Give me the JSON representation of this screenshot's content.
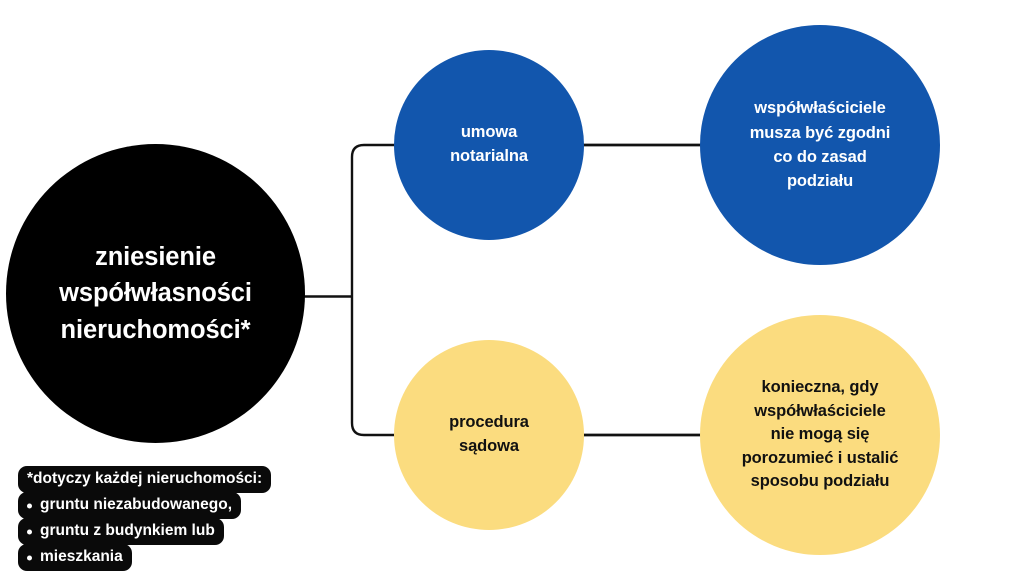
{
  "diagram": {
    "type": "mind-map",
    "background_color": "#ffffff",
    "palette": {
      "root": "#000000",
      "blue": "#1256ad",
      "yellow": "#fbdc7f",
      "connector": "#111111",
      "text_on_dark": "#ffffff",
      "text_on_light": "#111111"
    },
    "nodes": {
      "root": {
        "label": "zniesienie\nwspółwłasności\nnieruchomości*",
        "color": "#000000",
        "text_color": "#ffffff"
      },
      "branch_blue": {
        "label": "umowa\nnotarialna",
        "color": "#1256ad",
        "text_color": "#ffffff"
      },
      "detail_blue": {
        "label": "współwłaściciele\nmusza być zgodni\nco do zasad\npodziału",
        "color": "#1256ad",
        "text_color": "#ffffff"
      },
      "branch_yellow": {
        "label": "procedura\nsądowa",
        "color": "#fbdc7f",
        "text_color": "#111111"
      },
      "detail_yellow": {
        "label": "konieczna, gdy\nwspółwłaściciele\nnie mogą się\nporozumieć i ustalić\nsposobu podziału",
        "color": "#fbdc7f",
        "text_color": "#111111"
      }
    },
    "footnote": {
      "heading": "*dotyczy każdej nieruchomości:",
      "items": [
        "gruntu niezabudowanego,",
        "gruntu z budynkiem lub",
        "mieszkania"
      ],
      "background_color": "#0a0a0a",
      "text_color": "#ffffff"
    }
  }
}
